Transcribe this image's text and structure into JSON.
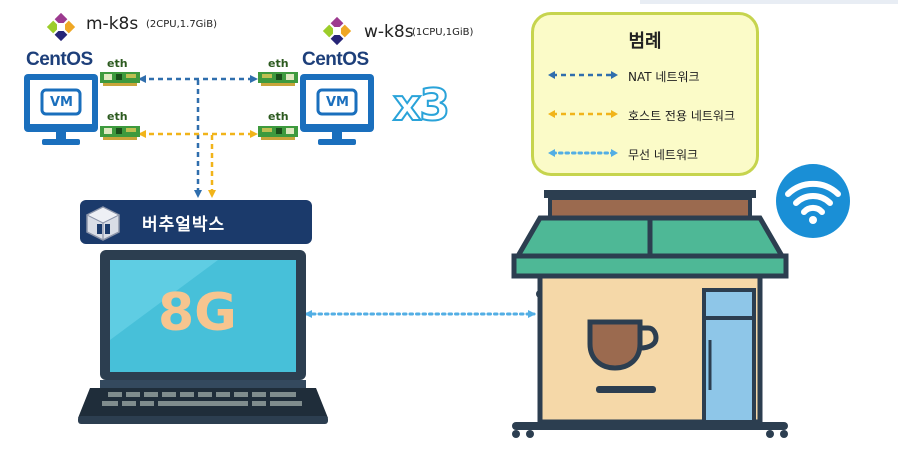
{
  "master": {
    "name": "m-k8s",
    "spec": "(2CPU,1.7GiB)",
    "os_logo": "CentOS",
    "vm_label": "VM",
    "eth_top": "eth",
    "eth_bottom": "eth"
  },
  "worker": {
    "name": "w-k8s",
    "spec": "(1CPU,1GiB)",
    "os_logo": "CentOS",
    "vm_label": "VM",
    "eth_top": "eth",
    "eth_bottom": "eth",
    "multiplier": "x3"
  },
  "legend": {
    "title": "범례",
    "items": [
      {
        "label": "NAT 네트워크",
        "color": "#2f6ead",
        "style": "dashed"
      },
      {
        "label": "호스트 전용 네트워크",
        "color": "#f1b41a",
        "style": "dashed"
      },
      {
        "label": "무선 네트워크",
        "color": "#52aee4",
        "style": "dotted"
      }
    ]
  },
  "virtualbox": {
    "label": "버추얼박스"
  },
  "laptop": {
    "ram": "8G"
  },
  "icons": [
    "centos-logo-icon",
    "vm-monitor-icon",
    "network-card-icon",
    "virtualbox-icon",
    "laptop-icon",
    "cafe-icon",
    "coffee-cup-icon",
    "wifi-icon"
  ]
}
